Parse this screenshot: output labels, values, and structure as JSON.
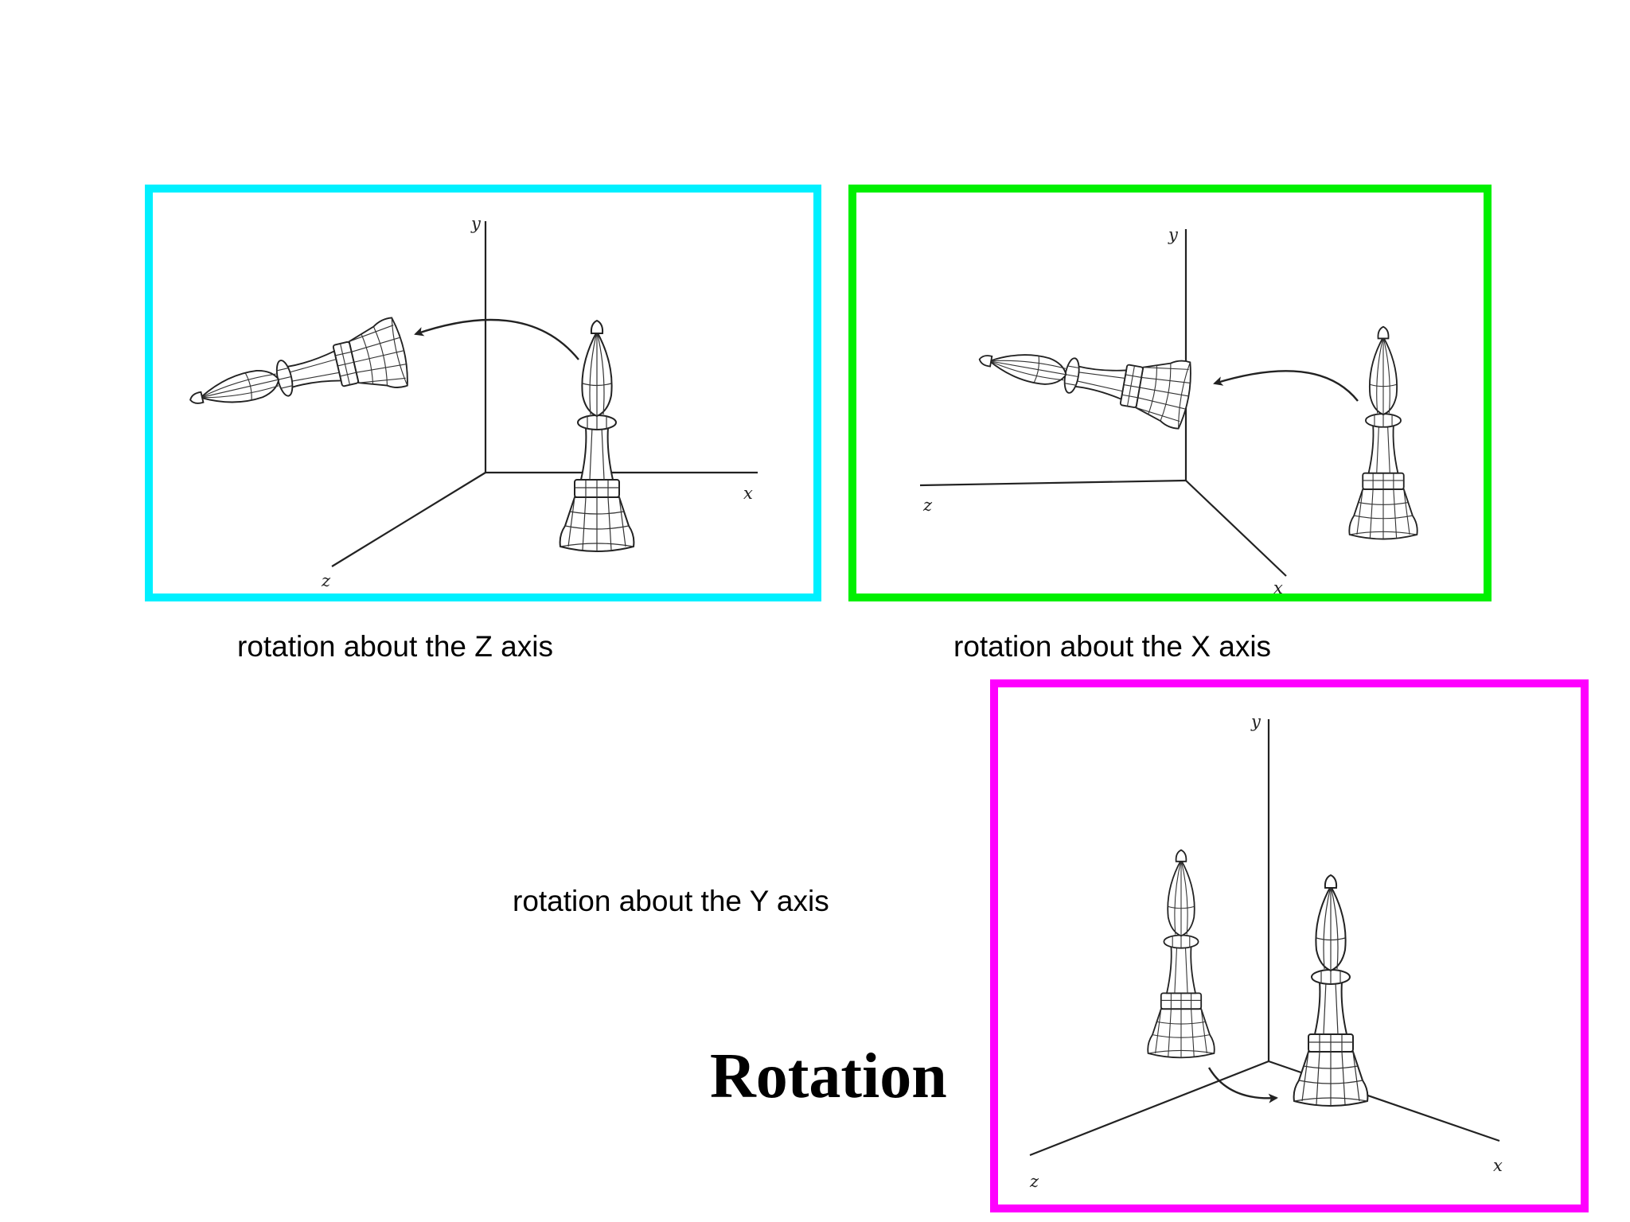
{
  "panels": {
    "z_rotation": {
      "caption": "rotation  about the Z axis",
      "border_color": "#00f0ff",
      "axis_labels": {
        "x": "x",
        "y": "y",
        "z": "z"
      }
    },
    "x_rotation": {
      "caption": "rotation  about the X axis",
      "border_color": "#00f000",
      "axis_labels": {
        "x": "x",
        "y": "y",
        "z": "z"
      }
    },
    "y_rotation": {
      "caption": "rotation  about the Y axis",
      "border_color": "#ff00ff",
      "axis_labels": {
        "x": "x",
        "y": "y",
        "z": "z"
      }
    }
  },
  "title": "Rotation",
  "icons": [
    "chess-bishop-wireframe",
    "rotation-arrow"
  ]
}
